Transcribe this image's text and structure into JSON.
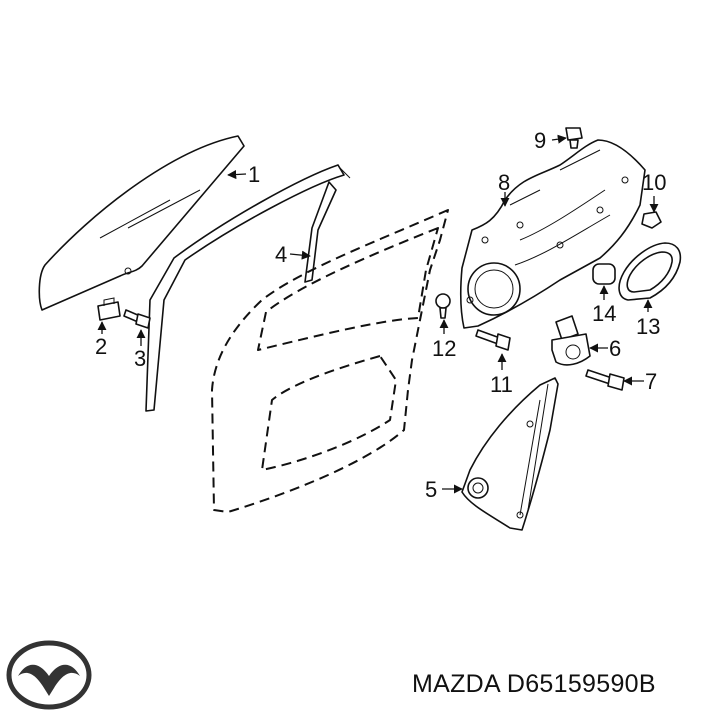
{
  "callouts": {
    "c1": "1",
    "c2": "2",
    "c3": "3",
    "c4": "4",
    "c5": "5",
    "c6": "6",
    "c7": "7",
    "c8": "8",
    "c9": "9",
    "c10": "10",
    "c11": "11",
    "c12": "12",
    "c13": "13",
    "c14": "14"
  },
  "footer": {
    "brand": "MAZDA",
    "part_number": "D65159590B"
  },
  "logo_icon": "mazda-logo-icon"
}
